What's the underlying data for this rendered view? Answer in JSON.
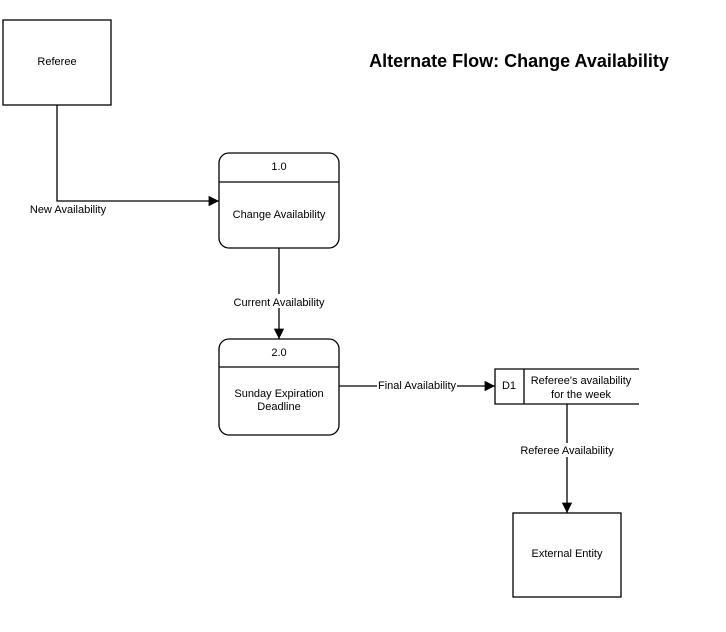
{
  "title": "Alternate Flow: Change Availability",
  "entities": {
    "referee": "Referee",
    "external": "External Entity"
  },
  "processes": {
    "p1": {
      "number": "1.0",
      "name": "Change Availability"
    },
    "p2": {
      "number": "2.0",
      "name_line1": "Sunday Expiration",
      "name_line2": "Deadline"
    }
  },
  "datastore": {
    "id": "D1",
    "name_line1": "Referee's availability",
    "name_line2": "for the week"
  },
  "flows": {
    "new_availability": "New Availability",
    "current_availability": "Current Availability",
    "final_availability": "Final Availability",
    "referee_availability": "Referee Availability"
  }
}
